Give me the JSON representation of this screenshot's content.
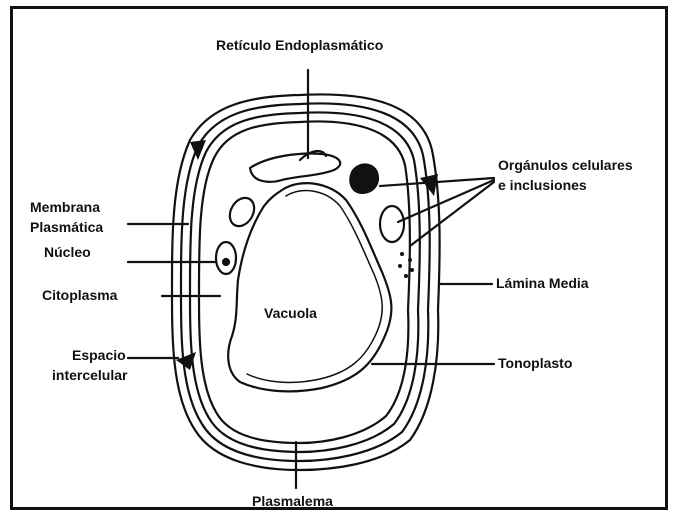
{
  "labels": {
    "reticulo": "Retículo Endoplasmático",
    "organulos_1": "Orgánulos celulares",
    "organulos_2": "e inclusiones",
    "membrana_1": "Membrana",
    "membrana_2": "Plasmática",
    "nucleo": "Núcleo",
    "lamina": "Lámina Media",
    "citoplasma": "Citoplasma",
    "vacuola": "Vacuola",
    "espacio_1": "Espacio",
    "espacio_2": "intercelular",
    "tonoplasto": "Tonoplasto",
    "plasmalema": "Plasmalema"
  },
  "colors": {
    "ink": "#111111",
    "background": "#ffffff"
  }
}
